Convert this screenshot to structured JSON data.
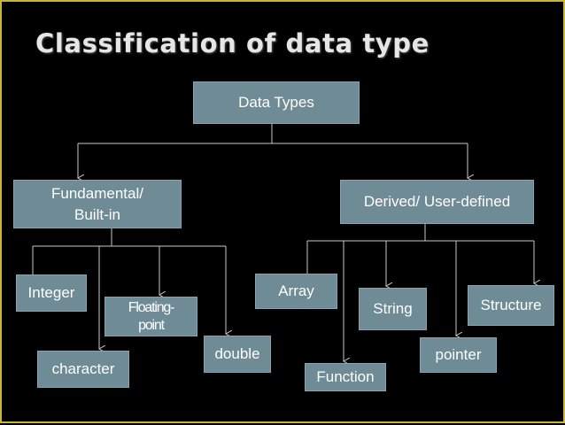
{
  "title": "Classification of data type",
  "root": "Data Types",
  "branches": {
    "fundamental": "Fundamental/ Built-in",
    "derived": "Derived/ User-defined"
  },
  "fundamental_children": {
    "integer": "Integer",
    "floating_point": "Floating-point",
    "character": "character",
    "double": "double"
  },
  "derived_children": {
    "array": "Array",
    "function": "Function",
    "string": "String",
    "pointer": "pointer",
    "structure": "Structure"
  },
  "colors": {
    "background": "#000000",
    "border": "#c9b53a",
    "node_fill": "#6f8b96",
    "connector": "#c8c8c8"
  }
}
